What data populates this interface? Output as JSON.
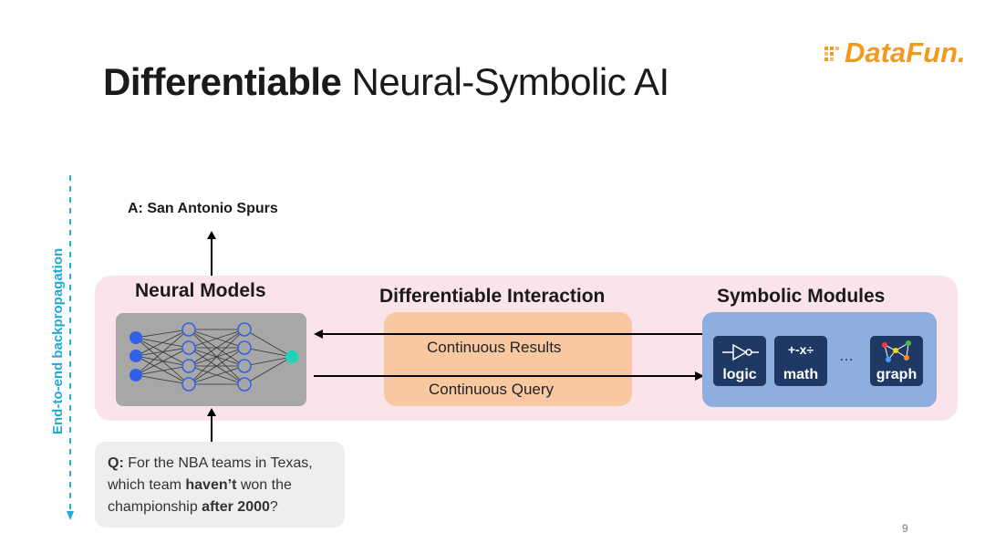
{
  "slide": {
    "title_bold": "Differentiable",
    "title_rest": " Neural-Symbolic AI",
    "logo_text": "DataFun.",
    "answer": "A: San Antonio Spurs",
    "side_label": "End-to-end backpropagation",
    "page_number": "9"
  },
  "panel": {
    "neural_label": "Neural Models",
    "interaction_label": "Differentiable Interaction",
    "symbolic_label": "Symbolic Modules",
    "results_label": "Continuous Results",
    "query_label": "Continuous Query",
    "ellipsis": "…"
  },
  "modules": [
    {
      "label": "logic",
      "icon": "logic-gate-icon",
      "symbol": ""
    },
    {
      "label": "math",
      "icon": "math-operators-icon",
      "symbol": "+-x÷"
    },
    {
      "label": "graph",
      "icon": "graph-network-icon",
      "symbol": ""
    }
  ],
  "question": {
    "prefix": "Q:",
    "part1": " For the NBA teams in Texas, which team ",
    "bold1": "haven’t",
    "part2": " won the championship ",
    "bold2": "after 2000",
    "part3": "?"
  },
  "colors": {
    "panel_bg": "#fbe3ea",
    "neural_box": "#a7a7a7",
    "interaction_box": "#f8c9a0",
    "symbolic_box": "#8eaee0",
    "module_tile": "#1f3864",
    "accent_blue": "#22a9d8",
    "logo_orange": "#f29a1f",
    "input_neuron": "#3060e8",
    "output_neuron": "#1fd3b4"
  }
}
